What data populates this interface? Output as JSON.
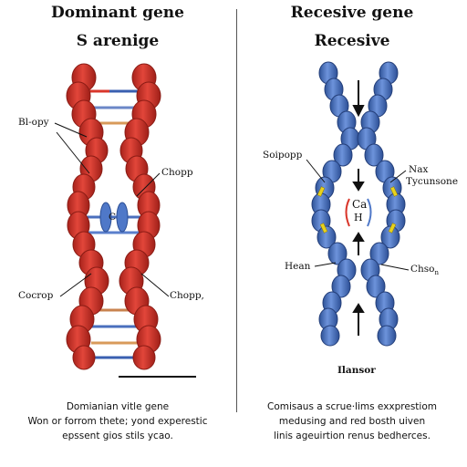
{
  "left": {
    "title": "Dominant gene",
    "subtitle": "S arenige",
    "labels": {
      "top_left": "Bl-opy",
      "mid_right": "Chopp",
      "center": "C",
      "bottom_left": "Cocrop",
      "bottom_right": "Chopp,"
    },
    "caption": [
      "Domianian vitle gene",
      "Won or forrom thete; yond experestic",
      "epssent gios stils ycao."
    ]
  },
  "right": {
    "title": "Recesive gene",
    "subtitle": "Recesive",
    "labels": {
      "top_left": "Soipopp",
      "top_right_1": "Nax",
      "top_right_2": "Tycunsone",
      "center_1": "Ca",
      "center_2": "H",
      "bottom_left": "Hean",
      "bottom_right": "Chso",
      "bottom_right_sub": "n",
      "bottom_center": "Ilansor"
    },
    "caption": [
      "Comisaus a scrue·lims exxprestiom",
      "medusing and red bosth uiven",
      "linis ageuirtion renus bedherces."
    ]
  },
  "colors": {
    "red_chromosome": "#d9362b",
    "red_dark": "#9e1f18",
    "blue_chromosome": "#4f78c8",
    "blue_dark": "#2c4f95",
    "accent_yellow": "#e8d21c"
  }
}
